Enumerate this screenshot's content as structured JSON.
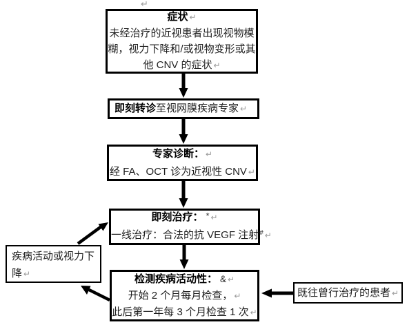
{
  "colors": {
    "background": "#ffffff",
    "box_border": "#000000",
    "text": "#1f1f1f",
    "arrow": "#000000",
    "format_mark": "#9a9a9a"
  },
  "glyphs": {
    "return_mark": "↵"
  },
  "boxes": {
    "symptoms": {
      "title": "症状",
      "lines": [
        "未经治疗的近视患者出现视物模",
        "糊，视力下降和/或视物变形或其",
        "他 CNV 的症状"
      ]
    },
    "referral": {
      "bold": "即刻转诊",
      "rest": "至视网膜疾病专家"
    },
    "diagnosis": {
      "title": "专家诊断：",
      "line": "经 FA、OCT 诊为近视性 CNV"
    },
    "treatment": {
      "title": "即刻治疗：",
      "title_mark": "*",
      "line": "一线治疗：合法的抗 VEGF 注射",
      "line_mark": "#"
    },
    "monitoring": {
      "title": "检测疾病活动性：",
      "title_mark": "&",
      "lines": [
        "开始 2 个月每月检查，",
        "此后第一年每 3 个月检查 1 次"
      ]
    },
    "disease_activity": {
      "lines": [
        "疾病活动或视力下",
        "降"
      ]
    },
    "previously_treated": {
      "label": "既往曾行治疗的患者"
    }
  }
}
